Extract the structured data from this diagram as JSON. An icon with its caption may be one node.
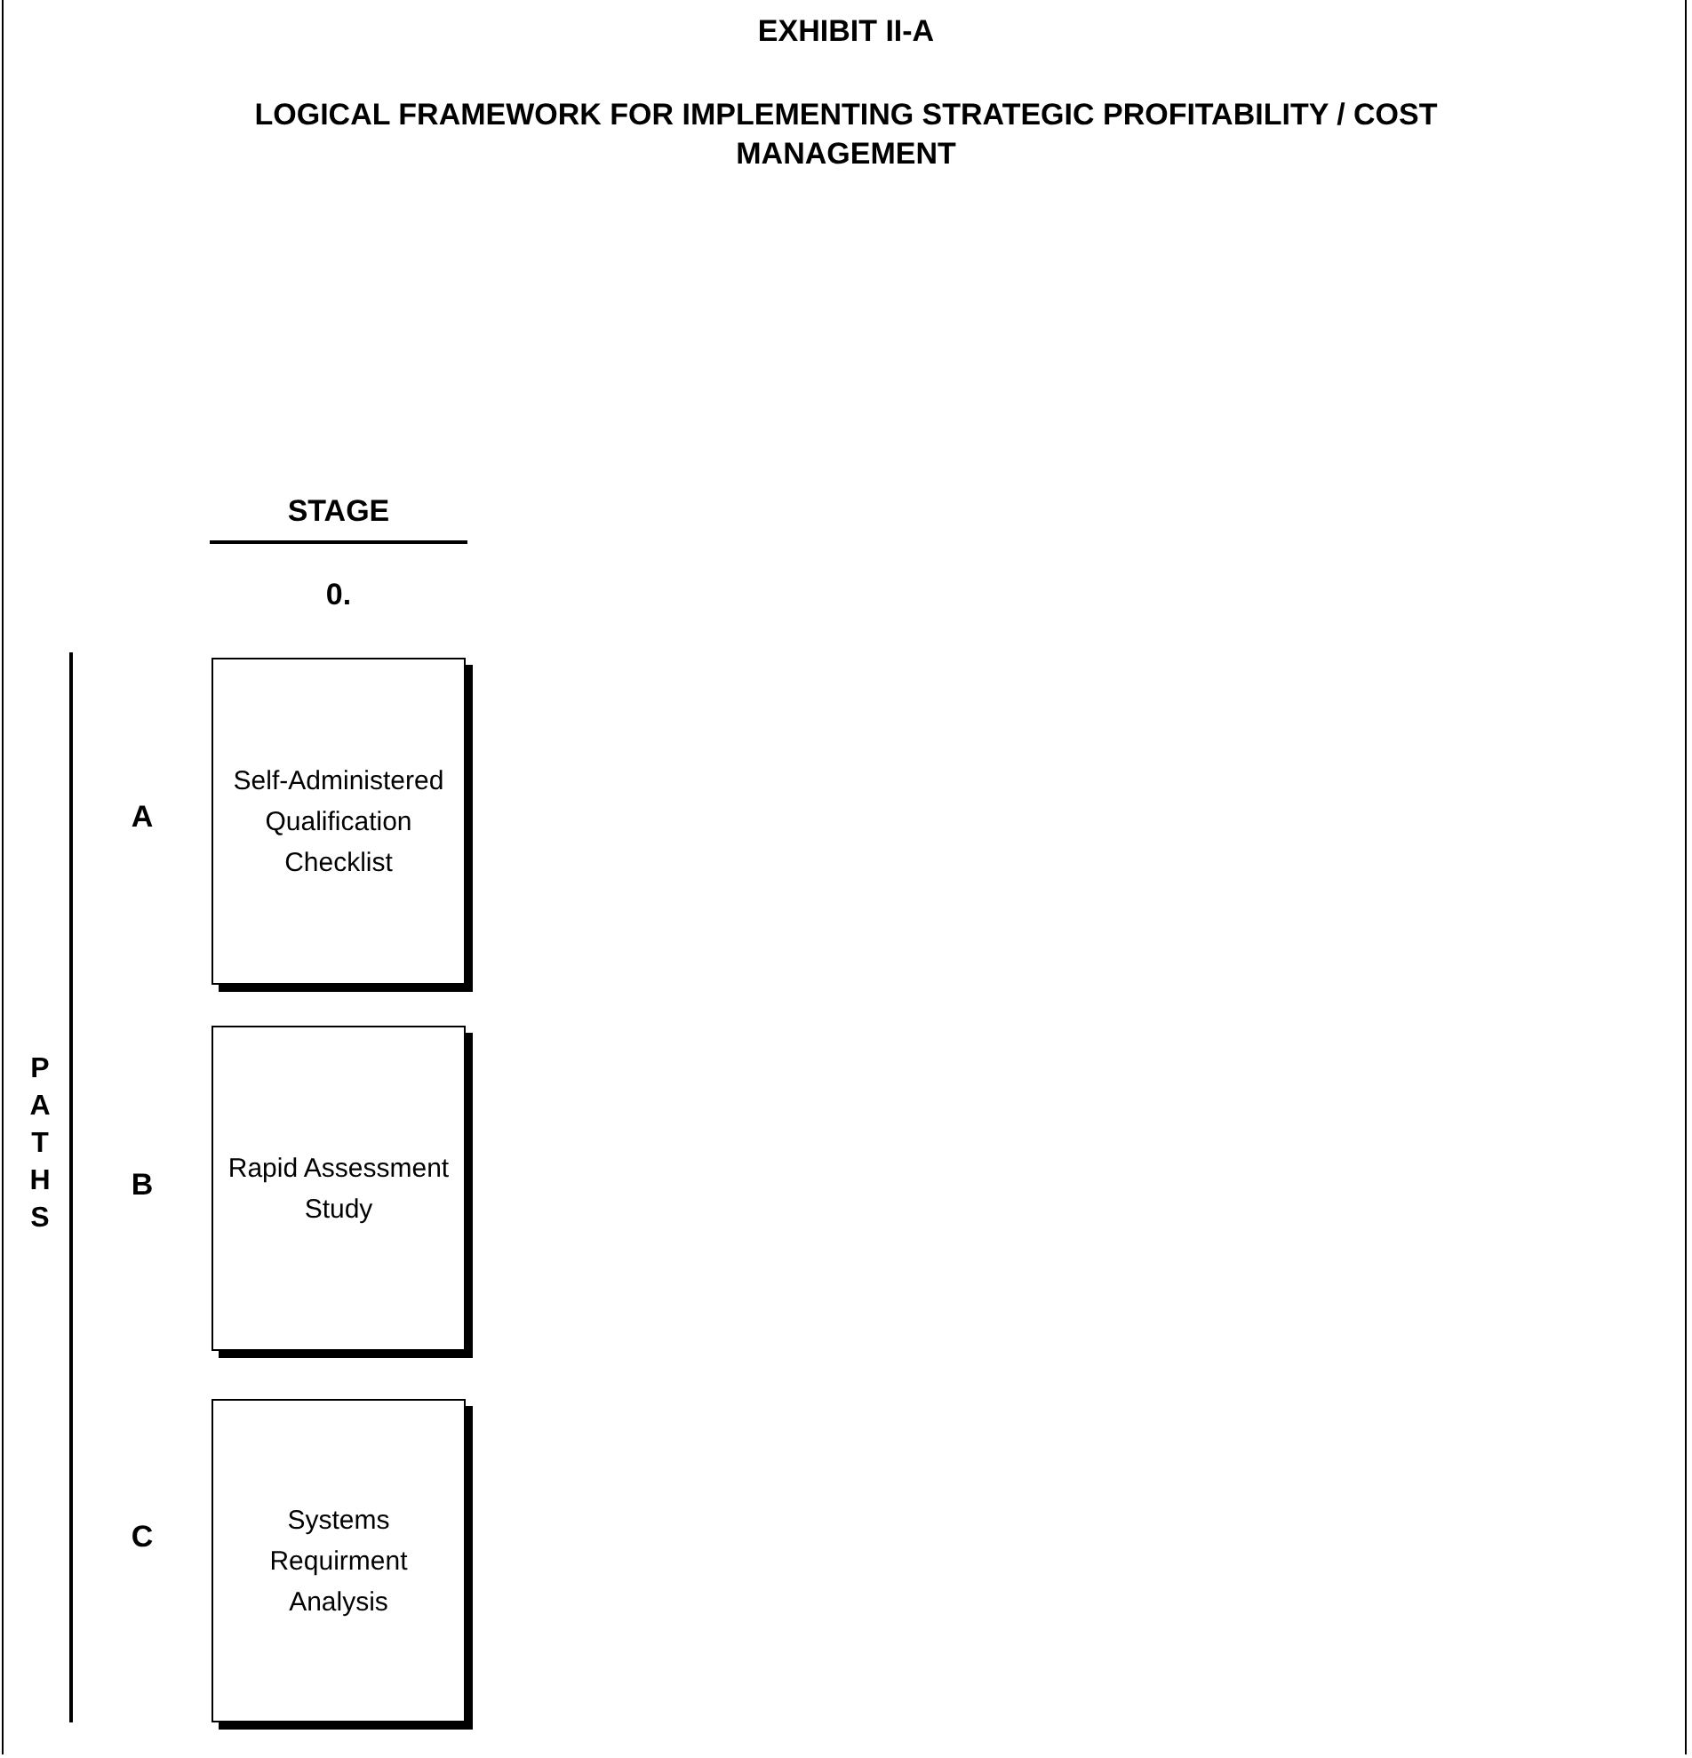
{
  "diagram": {
    "title": "LOGICAL FRAMEWORK FOR IMPLEMENTING STRATEGIC PROFITABILITY / COST MANAGEMENT",
    "nodes": [
      {
        "text": [
          "Self-Administered Qualification Checklist"
        ]
      },
      {
        "text": [
          "Rapid Assessment Study"
        ]
      },
      {
        "text": [
          "Systems Requirment Analysis"
        ]
      }
    ],
    "edges": [],
    "labels": [
      "EXHIBIT II-A",
      "STAGE",
      "0.",
      "A",
      "B",
      "C",
      "PATHS"
    ]
  }
}
